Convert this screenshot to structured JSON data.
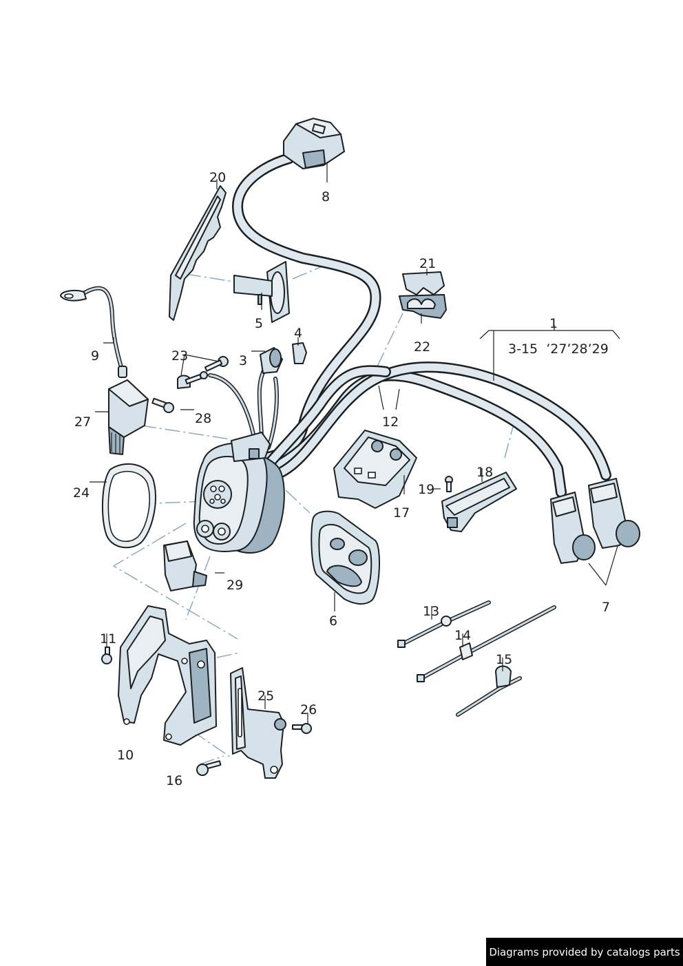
{
  "callouts": {
    "c1": "1",
    "c1_sub": "3-15  ’27’28’29",
    "c3": "3",
    "c4": "4",
    "c5": "5",
    "c6": "6",
    "c7": "7",
    "c8": "8",
    "c9": "9",
    "c10": "10",
    "c11": "11",
    "c12": "12",
    "c13": "13",
    "c14": "14",
    "c15": "15",
    "c16": "16",
    "c17": "17",
    "c18": "18",
    "c19": "19",
    "c20": "20",
    "c21": "21",
    "c22": "22",
    "c23": "23",
    "c24": "24",
    "c25": "25",
    "c26": "26",
    "c27": "27",
    "c28": "28",
    "c29": "29"
  },
  "footer": {
    "text": "Diagrams provided by catalogs parts"
  },
  "colors": {
    "part_fill": "#d6e2ea",
    "outline": "#1b1f22",
    "dash_line": "#8fa9bd",
    "footer_bg": "#000000"
  }
}
